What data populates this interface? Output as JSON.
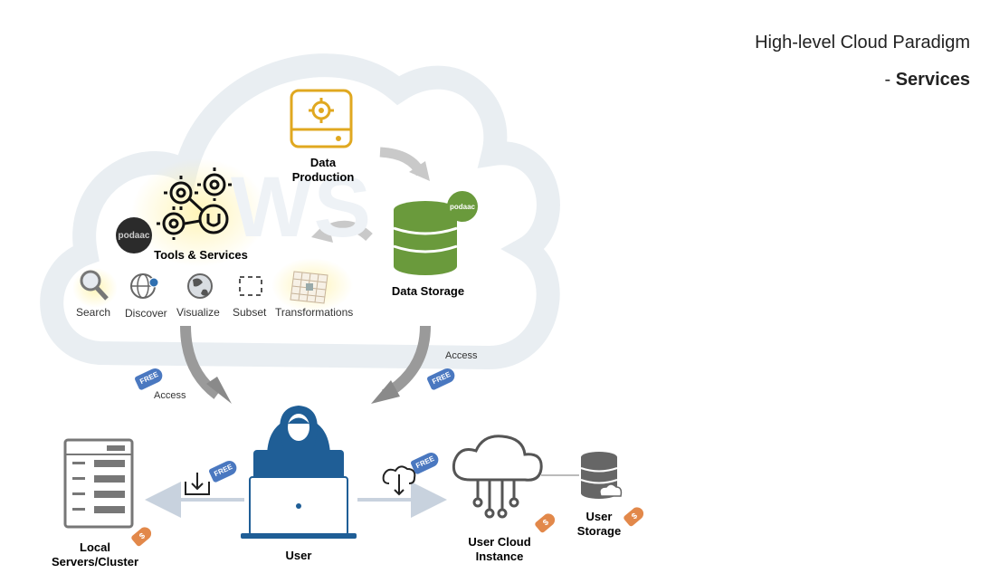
{
  "title": {
    "line1": "High-level Cloud Paradigm",
    "prefix": "- ",
    "line2": "Services"
  },
  "watermark": "WS",
  "nodes": {
    "data_production": "Data\nProduction",
    "data_storage": "Data Storage",
    "tools_services": "Tools & Services",
    "user": "User",
    "local_servers": "Local\nServers/Cluster",
    "user_cloud_instance": "User Cloud\nInstance",
    "user_storage": "User\nStorage"
  },
  "tools": [
    {
      "label": "Search",
      "icon": "magnifier-icon"
    },
    {
      "label": "Discover",
      "icon": "globe-search-icon"
    },
    {
      "label": "Visualize",
      "icon": "globe-icon"
    },
    {
      "label": "Subset",
      "icon": "dashed-square-icon"
    },
    {
      "label": "Transformations",
      "icon": "grid-projection-icon"
    }
  ],
  "edges": {
    "access_left": "Access",
    "access_right": "Access"
  },
  "tags": {
    "free": "FREE",
    "price": "$"
  },
  "badges": {
    "podaac": "podaac"
  },
  "colors": {
    "production": "#e0a820",
    "storage": "#6a9a3c",
    "user": "#1f5e96",
    "free_tag": "#4a78c0",
    "price_tag": "#e2884a",
    "cloud_outline": "#e9eef2"
  }
}
